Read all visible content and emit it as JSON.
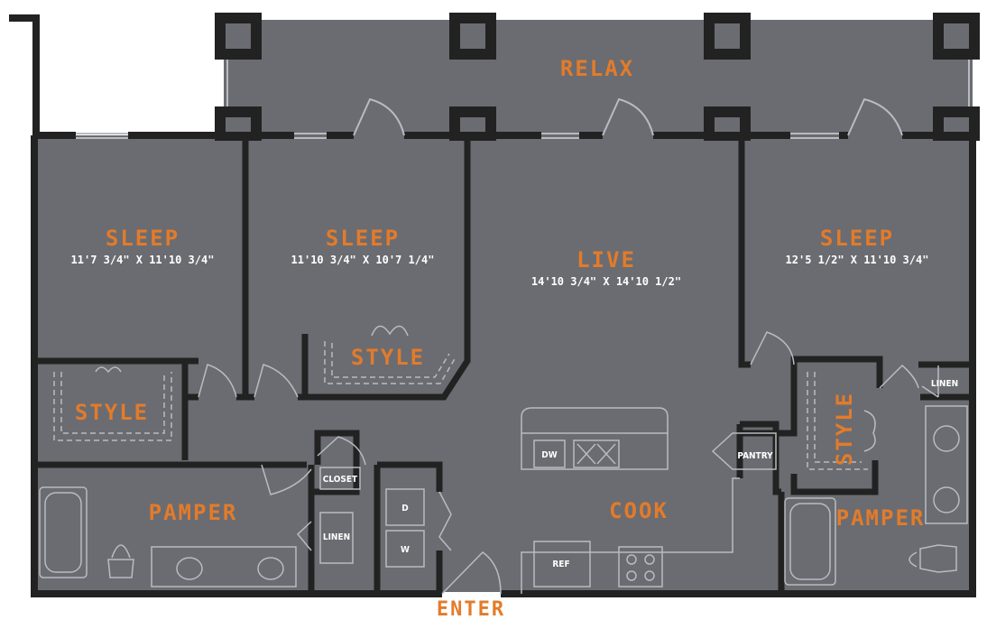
{
  "colors": {
    "floor": "#6a6c71",
    "wall": "#222222",
    "accent": "#e37b2a",
    "text": "#ffffff",
    "outline": "#b8bbbf"
  },
  "rooms": {
    "relax": {
      "name": "RELAX"
    },
    "sleep_1": {
      "name": "SLEEP",
      "dimensions": "11'7 3/4\" X 11'10 3/4\""
    },
    "sleep_2": {
      "name": "SLEEP",
      "dimensions": "11'10 3/4\" X 10'7 1/4\""
    },
    "live": {
      "name": "LIVE",
      "dimensions": "14'10 3/4\" X 14'10 1/2\""
    },
    "sleep_3": {
      "name": "SLEEP",
      "dimensions": "12'5 1/2\" X 11'10 3/4\""
    },
    "style_1": {
      "name": "STYLE"
    },
    "style_2": {
      "name": "STYLE"
    },
    "style_3": {
      "name": "STYLE"
    },
    "pamper_1": {
      "name": "PAMPER"
    },
    "pamper_2": {
      "name": "PAMPER"
    },
    "cook": {
      "name": "COOK"
    }
  },
  "fixtures": {
    "closet": "CLOSET",
    "linen_1": "LINEN",
    "linen_2": "LINEN",
    "pantry": "PANTRY",
    "dryer": "D",
    "washer": "W",
    "dishwasher": "DW",
    "refrigerator": "REF"
  },
  "entry": {
    "label": "ENTER"
  }
}
